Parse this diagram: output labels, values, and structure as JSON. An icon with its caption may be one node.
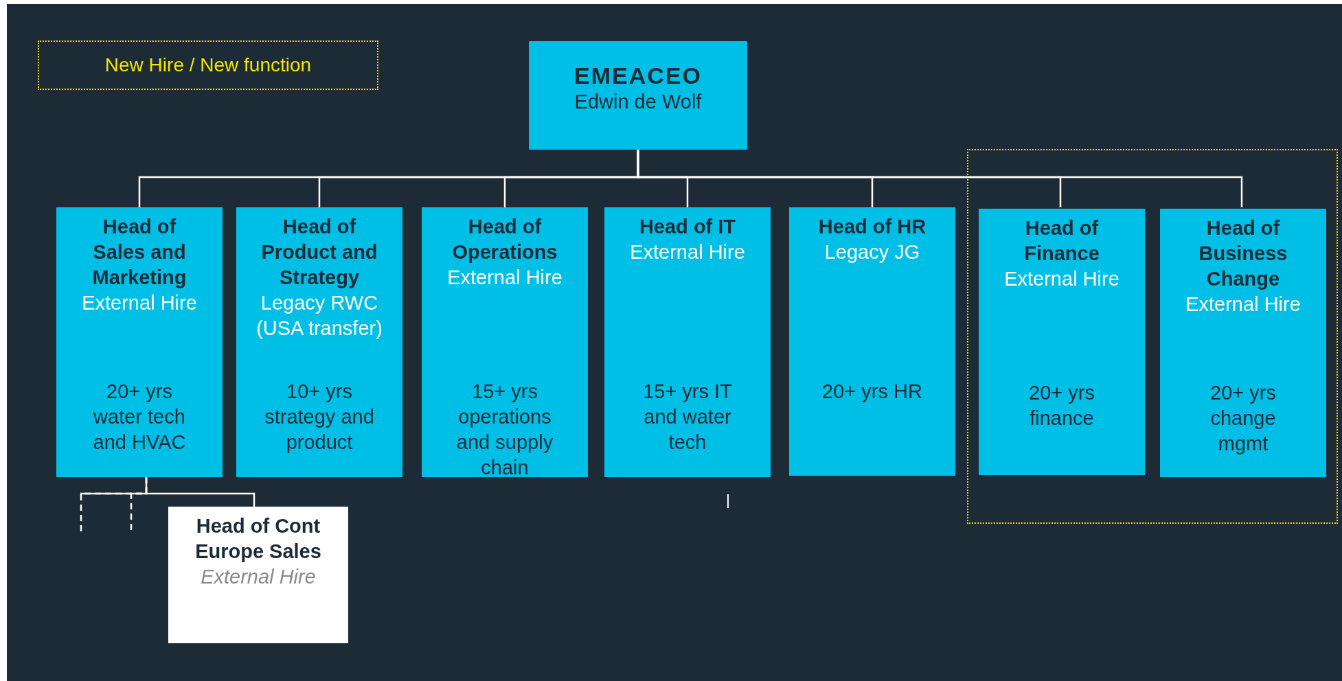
{
  "diagram": {
    "nodes": [
      {
        "text": [
          "EMEACEO",
          "Edwin de Wolf"
        ]
      },
      {
        "text": [
          "Head of Sales and Marketing",
          "External Hire",
          "20+ yrs water tech and HVAC"
        ]
      },
      {
        "text": [
          "Head of Product and Strategy",
          "Legacy RWC (USA transfer)",
          "10+ yrs strategy and product"
        ]
      },
      {
        "text": [
          "Head of Operations",
          "External Hire",
          "15+ yrs operations and supply chain"
        ]
      },
      {
        "text": [
          "Head of IT",
          "External Hire",
          "15+ yrs IT and water tech"
        ]
      },
      {
        "text": [
          "Head of HR",
          "Legacy JG",
          "20+ yrs HR"
        ]
      },
      {
        "text": [],
        "shape": "box"
      },
      {
        "text": [
          "Head of Finance",
          "External Hire",
          "20+ yrs finance"
        ],
        "in": 6
      },
      {
        "text": [
          "Head of Business Change",
          "External Hire",
          "20+ yrs change mgmt"
        ],
        "in": 6
      },
      {
        "text": [
          "Head of Cont Europe Sales",
          "External Hire"
        ]
      }
    ],
    "edges": [
      {
        "from": 0,
        "to": 1,
        "arrow": "none"
      },
      {
        "from": 0,
        "to": 2,
        "arrow": "none"
      },
      {
        "from": 0,
        "to": 3,
        "arrow": "none"
      },
      {
        "from": 0,
        "to": 4,
        "arrow": "none"
      },
      {
        "from": 0,
        "to": 5,
        "arrow": "none"
      },
      {
        "from": 0,
        "to": 7,
        "arrow": "none"
      },
      {
        "from": 0,
        "to": 8,
        "arrow": "none"
      },
      {
        "from": 1,
        "to": null,
        "arrow": "none",
        "style": "dashed"
      },
      {
        "from": 1,
        "to": null,
        "arrow": "none",
        "style": "dashed"
      },
      {
        "from": 1,
        "to": 9,
        "arrow": "none"
      }
    ],
    "legend": [
      {
        "text": "New Hire / New function"
      }
    ]
  }
}
